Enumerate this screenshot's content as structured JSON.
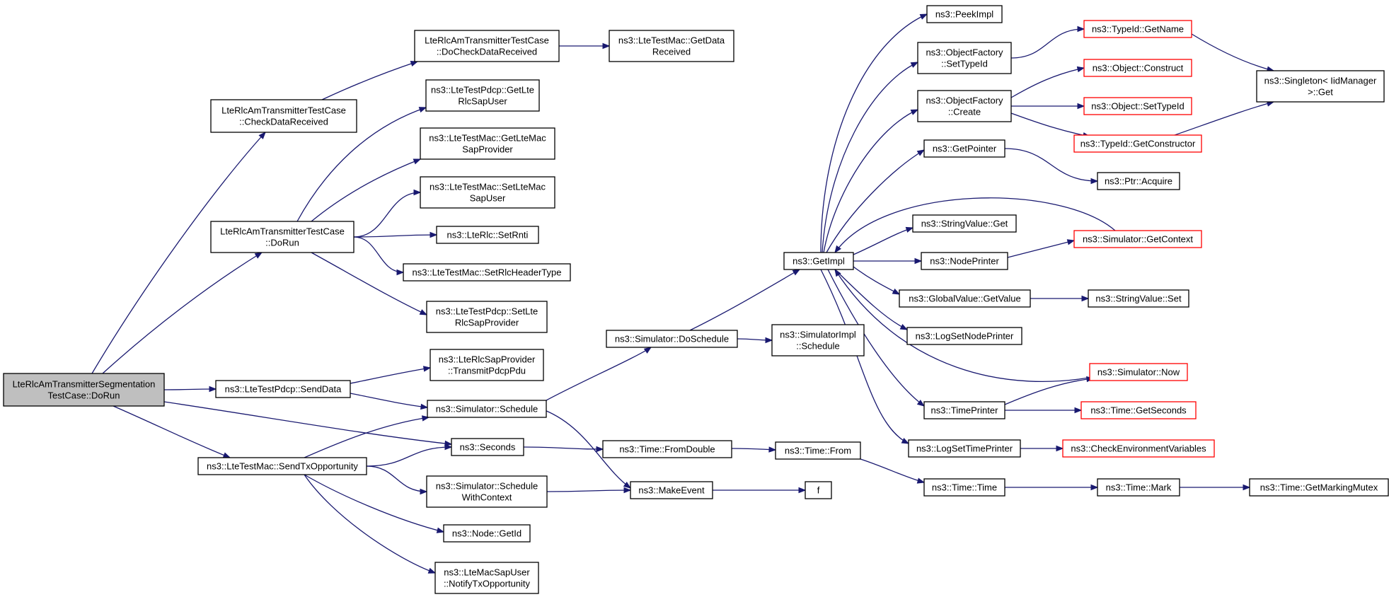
{
  "graph": {
    "colors": {
      "edge": "#191970",
      "truncated_border": "#ff0000",
      "root_fill": "#bfbfbf",
      "node_border": "#000000"
    },
    "nodes": [
      {
        "id": "root",
        "lines": [
          "LteRlcAmTransmitterSegmentation",
          "TestCase::DoRun"
        ],
        "style": "root"
      },
      {
        "id": "checkDataReceived",
        "lines": [
          "LteRlcAmTransmitterTestCase",
          "::CheckDataReceived"
        ]
      },
      {
        "id": "doCheckDataReceived",
        "lines": [
          "LteRlcAmTransmitterTestCase",
          "::DoCheckDataReceived"
        ]
      },
      {
        "id": "getDataReceived",
        "lines": [
          "ns3::LteTestMac::GetData",
          "Received"
        ]
      },
      {
        "id": "doRun",
        "lines": [
          "LteRlcAmTransmitterTestCase",
          "::DoRun"
        ]
      },
      {
        "id": "getLteRlcSapUser",
        "lines": [
          "ns3::LteTestPdcp::GetLte",
          "RlcSapUser"
        ]
      },
      {
        "id": "getLteMacSapProvider",
        "lines": [
          "ns3::LteTestMac::GetLteMac",
          "SapProvider"
        ]
      },
      {
        "id": "setLteMacSapUser",
        "lines": [
          "ns3::LteTestMac::SetLteMac",
          "SapUser"
        ]
      },
      {
        "id": "setRnti",
        "lines": [
          "ns3::LteRlc::SetRnti"
        ]
      },
      {
        "id": "setRlcHeaderType",
        "lines": [
          "ns3::LteTestMac::SetRlcHeaderType"
        ]
      },
      {
        "id": "setLteRlcSapProvider",
        "lines": [
          "ns3::LteTestPdcp::SetLte",
          "RlcSapProvider"
        ]
      },
      {
        "id": "sendData",
        "lines": [
          "ns3::LteTestPdcp::SendData"
        ]
      },
      {
        "id": "transmitPdcpPdu",
        "lines": [
          "ns3::LteRlcSapProvider",
          "::TransmitPdcpPdu"
        ]
      },
      {
        "id": "sendTxOpportunity",
        "lines": [
          "ns3::LteTestMac::SendTxOpportunity"
        ]
      },
      {
        "id": "schedule",
        "lines": [
          "ns3::Simulator::Schedule"
        ]
      },
      {
        "id": "seconds",
        "lines": [
          "ns3::Seconds"
        ]
      },
      {
        "id": "scheduleWithContext",
        "lines": [
          "ns3::Simulator::Schedule",
          "WithContext"
        ]
      },
      {
        "id": "getId",
        "lines": [
          "ns3::Node::GetId"
        ]
      },
      {
        "id": "notifyTxOpportunity",
        "lines": [
          "ns3::LteMacSapUser",
          "::NotifyTxOpportunity"
        ]
      },
      {
        "id": "doSchedule",
        "lines": [
          "ns3::Simulator::DoSchedule"
        ]
      },
      {
        "id": "simImplSchedule",
        "lines": [
          "ns3::SimulatorImpl",
          "::Schedule"
        ]
      },
      {
        "id": "fromDouble",
        "lines": [
          "ns3::Time::FromDouble"
        ]
      },
      {
        "id": "timeFrom",
        "lines": [
          "ns3::Time::From"
        ]
      },
      {
        "id": "makeEvent",
        "lines": [
          "ns3::MakeEvent"
        ]
      },
      {
        "id": "f",
        "lines": [
          "f"
        ]
      },
      {
        "id": "getImpl",
        "lines": [
          "ns3::GetImpl"
        ]
      },
      {
        "id": "peekImpl",
        "lines": [
          "ns3::PeekImpl"
        ]
      },
      {
        "id": "setTypeId",
        "lines": [
          "ns3::ObjectFactory",
          "::SetTypeId"
        ]
      },
      {
        "id": "create",
        "lines": [
          "ns3::ObjectFactory",
          "::Create"
        ]
      },
      {
        "id": "getPointer",
        "lines": [
          "ns3::GetPointer"
        ]
      },
      {
        "id": "stringValueGet",
        "lines": [
          "ns3::StringValue::Get"
        ]
      },
      {
        "id": "nodePrinter",
        "lines": [
          "ns3::NodePrinter"
        ]
      },
      {
        "id": "globalValueGetValue",
        "lines": [
          "ns3::GlobalValue::GetValue"
        ]
      },
      {
        "id": "logSetNodePrinter",
        "lines": [
          "ns3::LogSetNodePrinter"
        ]
      },
      {
        "id": "timePrinter",
        "lines": [
          "ns3::TimePrinter"
        ]
      },
      {
        "id": "logSetTimePrinter",
        "lines": [
          "ns3::LogSetTimePrinter"
        ]
      },
      {
        "id": "timeTime",
        "lines": [
          "ns3::Time::Time"
        ]
      },
      {
        "id": "typeIdGetName",
        "lines": [
          "ns3::TypeId::GetName"
        ],
        "style": "red"
      },
      {
        "id": "objectConstruct",
        "lines": [
          "ns3::Object::Construct"
        ],
        "style": "red"
      },
      {
        "id": "objectSetTypeId",
        "lines": [
          "ns3::Object::SetTypeId"
        ],
        "style": "red"
      },
      {
        "id": "typeIdGetConstructor",
        "lines": [
          "ns3::TypeId::GetConstructor"
        ],
        "style": "red"
      },
      {
        "id": "ptrAcquire",
        "lines": [
          "ns3::Ptr::Acquire"
        ]
      },
      {
        "id": "simulatorGetContext",
        "lines": [
          "ns3::Simulator::GetContext"
        ],
        "style": "red"
      },
      {
        "id": "stringValueSet",
        "lines": [
          "ns3::StringValue::Set"
        ]
      },
      {
        "id": "simulatorNow",
        "lines": [
          "ns3::Simulator::Now"
        ],
        "style": "red"
      },
      {
        "id": "timeGetSeconds",
        "lines": [
          "ns3::Time::GetSeconds"
        ],
        "style": "red"
      },
      {
        "id": "checkEnvVars",
        "lines": [
          "ns3::CheckEnvironmentVariables"
        ],
        "style": "red"
      },
      {
        "id": "timeMark",
        "lines": [
          "ns3::Time::Mark"
        ]
      },
      {
        "id": "singletonGet",
        "lines": [
          "ns3::Singleton< IidManager",
          ">::Get"
        ]
      },
      {
        "id": "getMarkingMutex",
        "lines": [
          "ns3::Time::GetMarkingMutex"
        ]
      }
    ],
    "edges": [
      {
        "from": "root",
        "to": "checkDataReceived"
      },
      {
        "from": "root",
        "to": "doRun"
      },
      {
        "from": "root",
        "to": "sendData"
      },
      {
        "from": "root",
        "to": "seconds"
      },
      {
        "from": "root",
        "to": "sendTxOpportunity"
      },
      {
        "from": "checkDataReceived",
        "to": "doCheckDataReceived"
      },
      {
        "from": "doCheckDataReceived",
        "to": "getDataReceived"
      },
      {
        "from": "doRun",
        "to": "getLteRlcSapUser"
      },
      {
        "from": "doRun",
        "to": "getLteMacSapProvider"
      },
      {
        "from": "doRun",
        "to": "setLteMacSapUser"
      },
      {
        "from": "doRun",
        "to": "setRnti"
      },
      {
        "from": "doRun",
        "to": "setRlcHeaderType"
      },
      {
        "from": "doRun",
        "to": "setLteRlcSapProvider"
      },
      {
        "from": "sendData",
        "to": "transmitPdcpPdu"
      },
      {
        "from": "sendData",
        "to": "schedule"
      },
      {
        "from": "sendTxOpportunity",
        "to": "schedule"
      },
      {
        "from": "sendTxOpportunity",
        "to": "seconds"
      },
      {
        "from": "sendTxOpportunity",
        "to": "scheduleWithContext"
      },
      {
        "from": "sendTxOpportunity",
        "to": "getId"
      },
      {
        "from": "sendTxOpportunity",
        "to": "notifyTxOpportunity"
      },
      {
        "from": "schedule",
        "to": "doSchedule"
      },
      {
        "from": "schedule",
        "to": "makeEvent"
      },
      {
        "from": "seconds",
        "to": "fromDouble"
      },
      {
        "from": "scheduleWithContext",
        "to": "makeEvent"
      },
      {
        "from": "doSchedule",
        "to": "simImplSchedule"
      },
      {
        "from": "doSchedule",
        "to": "getImpl"
      },
      {
        "from": "fromDouble",
        "to": "timeFrom"
      },
      {
        "from": "timeFrom",
        "to": "timeTime"
      },
      {
        "from": "makeEvent",
        "to": "f"
      },
      {
        "from": "getImpl",
        "to": "peekImpl"
      },
      {
        "from": "getImpl",
        "to": "setTypeId"
      },
      {
        "from": "getImpl",
        "to": "create"
      },
      {
        "from": "getImpl",
        "to": "getPointer"
      },
      {
        "from": "getImpl",
        "to": "stringValueGet"
      },
      {
        "from": "getImpl",
        "to": "nodePrinter"
      },
      {
        "from": "getImpl",
        "to": "globalValueGetValue"
      },
      {
        "from": "getImpl",
        "to": "logSetNodePrinter"
      },
      {
        "from": "getImpl",
        "to": "timePrinter"
      },
      {
        "from": "getImpl",
        "to": "logSetTimePrinter"
      },
      {
        "from": "simulatorGetContext",
        "to": "getImpl"
      },
      {
        "from": "simulatorNow",
        "to": "getImpl"
      },
      {
        "from": "setTypeId",
        "to": "typeIdGetName"
      },
      {
        "from": "create",
        "to": "objectConstruct"
      },
      {
        "from": "create",
        "to": "objectSetTypeId"
      },
      {
        "from": "create",
        "to": "typeIdGetConstructor"
      },
      {
        "from": "typeIdGetName",
        "to": "singletonGet"
      },
      {
        "from": "typeIdGetConstructor",
        "to": "singletonGet"
      },
      {
        "from": "getPointer",
        "to": "ptrAcquire"
      },
      {
        "from": "nodePrinter",
        "to": "simulatorGetContext"
      },
      {
        "from": "globalValueGetValue",
        "to": "stringValueSet"
      },
      {
        "from": "timePrinter",
        "to": "simulatorNow"
      },
      {
        "from": "timePrinter",
        "to": "timeGetSeconds"
      },
      {
        "from": "logSetTimePrinter",
        "to": "checkEnvVars"
      },
      {
        "from": "timeTime",
        "to": "timeMark"
      },
      {
        "from": "timeMark",
        "to": "getMarkingMutex"
      }
    ]
  }
}
